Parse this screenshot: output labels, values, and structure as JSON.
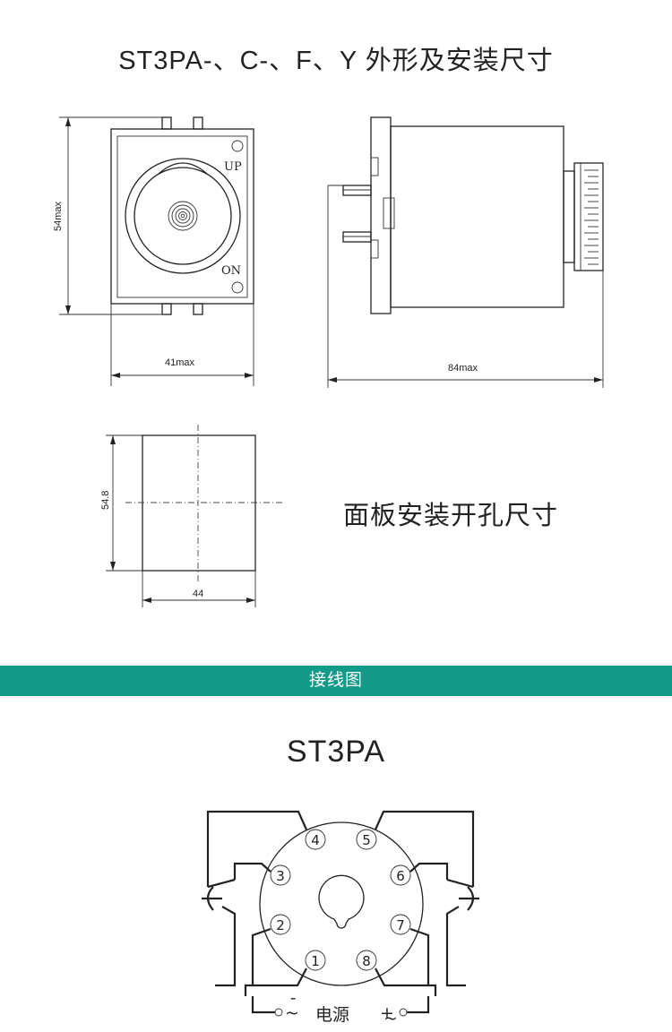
{
  "header": {
    "title": "ST3PA-、C-、F、Y 外形及安装尺寸"
  },
  "front_view": {
    "height_label": "54max",
    "width_label": "41max",
    "up_label": "UP",
    "on_label": "ON"
  },
  "side_view": {
    "length_label": "84max"
  },
  "cutout": {
    "height_label": "54.8",
    "width_label": "44",
    "title": "面板安装开孔尺寸"
  },
  "section": {
    "label": "接线图"
  },
  "wiring": {
    "model": "ST3PA",
    "pins": [
      "4",
      "5",
      "3",
      "6",
      "2",
      "7",
      "1",
      "8"
    ],
    "power_label": "电源",
    "left_symbol": "~",
    "right_symbol": "~",
    "minus_mark": "-",
    "plus_mark": "+"
  },
  "colors": {
    "band": "#149a88",
    "ink": "#222222"
  }
}
